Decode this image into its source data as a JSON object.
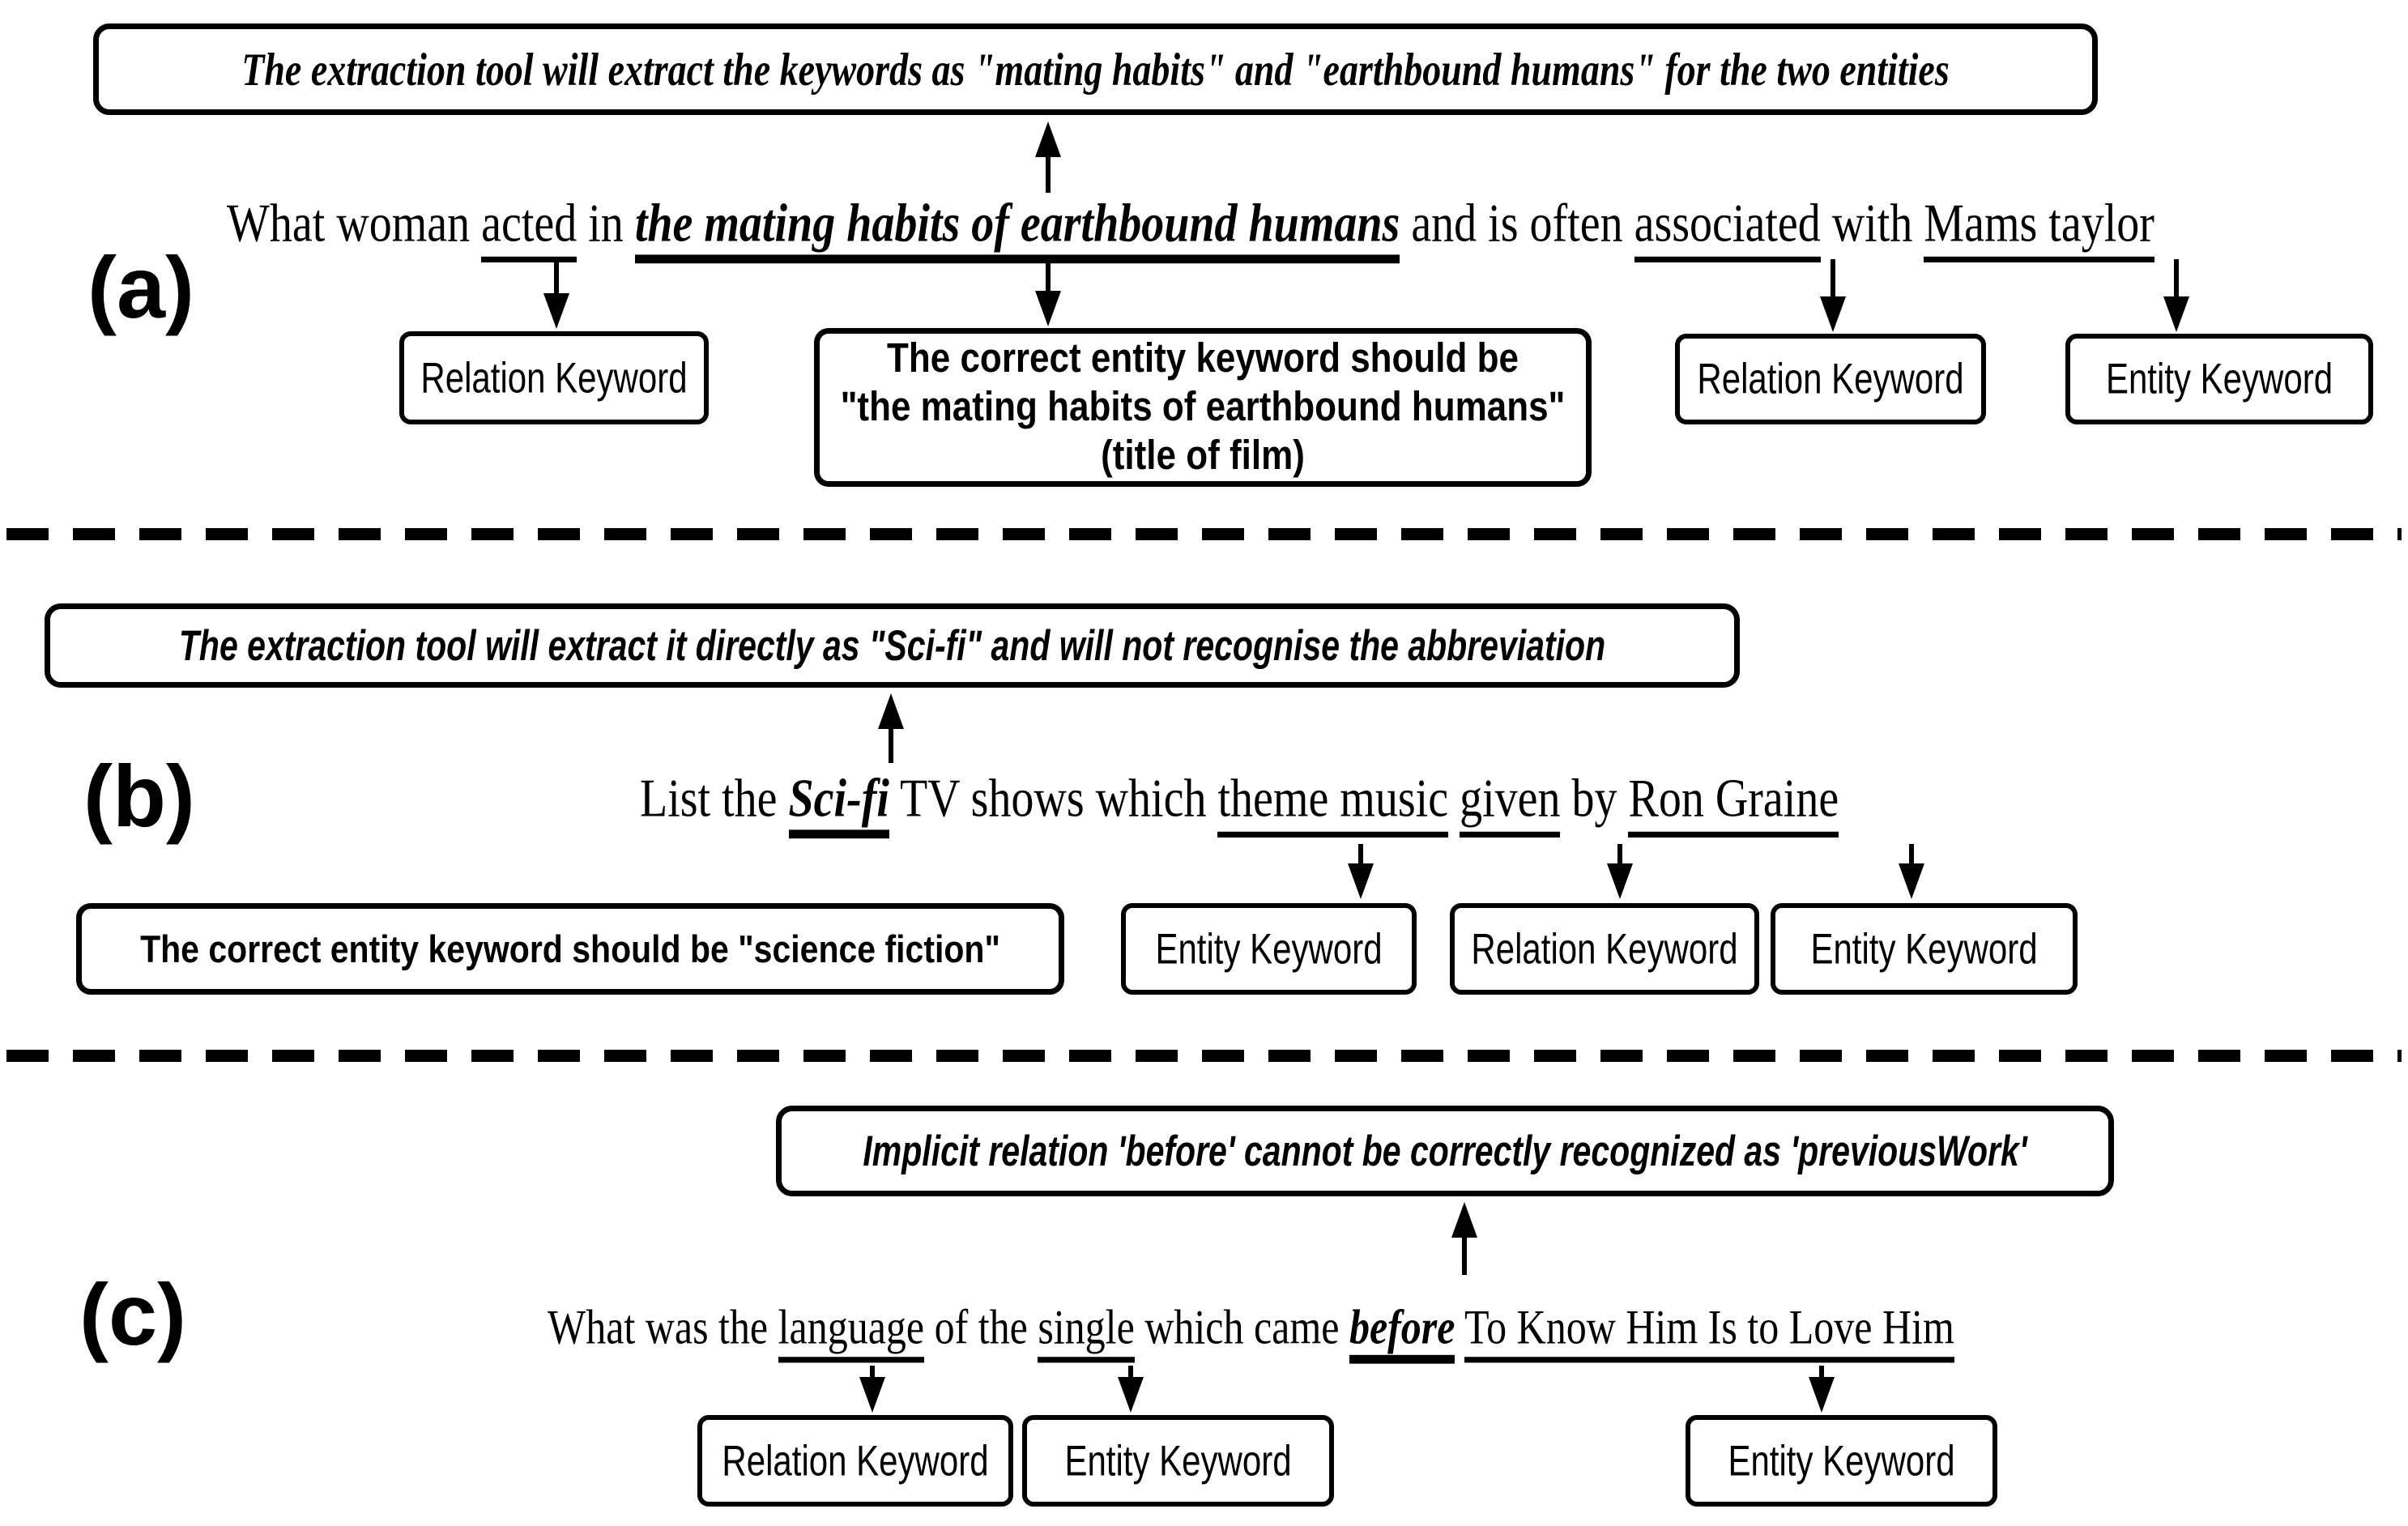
{
  "figure": {
    "panels": [
      {
        "label": "(a)",
        "callout": "The extraction tool will extract the keywords as \"mating habits\" and \"earthbound humans\" for the two entities",
        "sentence": {
          "parts": [
            {
              "text": "What woman "
            },
            {
              "text": "acted"
            },
            {
              "text": " in "
            },
            {
              "text": "the mating habits of earthbound humans"
            },
            {
              "text": " and is often "
            },
            {
              "text": "associated"
            },
            {
              "text": " with "
            },
            {
              "text": "Mams taylor"
            }
          ]
        },
        "boxes": {
          "relation1": "Relation Keyword",
          "entity_note_lines": [
            "The correct entity keyword should be",
            "\"the mating habits of earthbound humans\"",
            "(title of film)"
          ],
          "relation2": "Relation Keyword",
          "entity1": "Entity Keyword"
        }
      },
      {
        "label": "(b)",
        "callout": "The extraction tool will extract it directly as \"Sci-fi\" and will not recognise the abbreviation",
        "sentence": {
          "parts": [
            {
              "text": "List the "
            },
            {
              "text": "Sci-fi"
            },
            {
              "text": " TV shows which "
            },
            {
              "text": "theme music"
            },
            {
              "text": " "
            },
            {
              "text": "given"
            },
            {
              "text": " by "
            },
            {
              "text": "Ron Graine"
            }
          ]
        },
        "boxes": {
          "entity_note": "The correct entity keyword should be \"science fiction\"",
          "entity1": "Entity Keyword",
          "relation1": "Relation Keyword",
          "entity2": "Entity Keyword"
        }
      },
      {
        "label": "(c)",
        "callout": "Implicit relation 'before' cannot be correctly recognized as 'previousWork'",
        "sentence": {
          "parts": [
            {
              "text": "What was the "
            },
            {
              "text": "language"
            },
            {
              "text": " of the "
            },
            {
              "text": "single"
            },
            {
              "text": " which came "
            },
            {
              "text": "before"
            },
            {
              "text": " "
            },
            {
              "text": "To Know Him Is to Love Him"
            }
          ]
        },
        "boxes": {
          "relation1": "Relation Keyword",
          "entity1": "Entity Keyword",
          "entity2": "Entity Keyword"
        }
      }
    ],
    "colors": {
      "ink": "#000000",
      "background": "#ffffff"
    }
  }
}
